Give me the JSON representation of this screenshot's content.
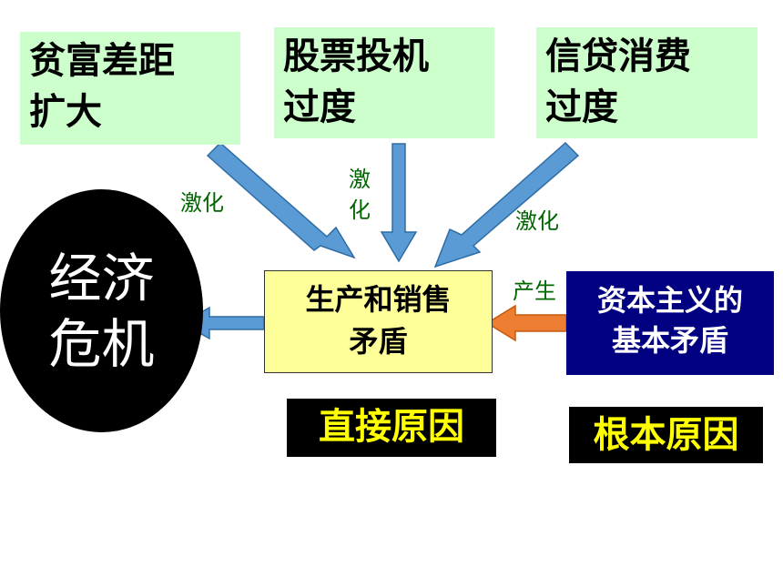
{
  "causes": {
    "wealth_gap": [
      "贫富差距",
      "扩大"
    ],
    "stock_speculation": [
      "股票投机",
      "过度"
    ],
    "credit_consumption": [
      "信贷消费",
      "过度"
    ]
  },
  "relations": {
    "intensify_1": "激化",
    "intensify_2": [
      "激",
      "化"
    ],
    "intensify_3": "激化",
    "produce": "产生"
  },
  "center": {
    "contradiction": [
      "生产和销售",
      "矛盾"
    ],
    "basic_contradiction": [
      "资本主义的",
      "基本矛盾"
    ],
    "economic_crisis": [
      "经济",
      "危机"
    ]
  },
  "labels": {
    "direct_cause": "直接原因",
    "root_cause": "根本原因"
  },
  "colors": {
    "cause_box_bg": "#ccffcc",
    "contradiction_bg": "#ffff99",
    "basic_bg": "#000080",
    "label_text": "#ffff00",
    "relation_text": "#006600",
    "arrow_blue": "#5b9bd5",
    "arrow_orange": "#ed7d31"
  },
  "icons": {
    "arrow_to_contradiction": "blue-arrow-icon",
    "arrow_to_crisis": "blue-arrow-icon",
    "arrow_from_basic": "orange-arrow-icon"
  }
}
